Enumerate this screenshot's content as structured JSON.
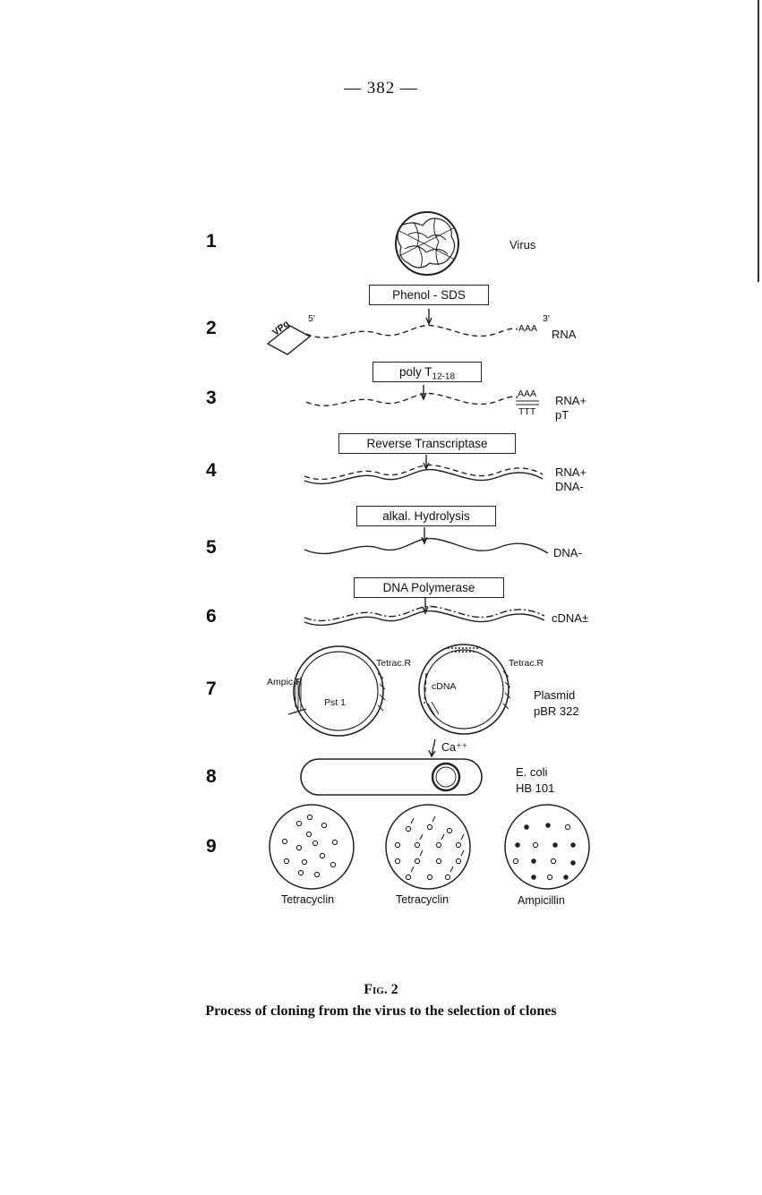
{
  "page": {
    "number": "— 382 —"
  },
  "steps": [
    "1",
    "2",
    "3",
    "4",
    "5",
    "6",
    "7",
    "8",
    "9"
  ],
  "boxes": {
    "phenol": "Phenol - SDS",
    "poly_main": "poly T",
    "poly_sub": "12-18",
    "reverse": "Reverse Transcriptase",
    "alkal": "alkal. Hydrolysis",
    "polymerase": "DNA Polymerase"
  },
  "labels": {
    "virus": "Virus",
    "vpg": "VPg",
    "five_prime": "5'",
    "three_prime": "3'",
    "aaa": "AAA",
    "ttt": "TTT",
    "rna": "RNA",
    "rna_plus": "RNA+",
    "pt": "pT",
    "dna_minus": "DNA-",
    "cdna_pm": "cDNA±",
    "ampic_r": "Ampic.R",
    "tetrac_r": "Tetrac.R",
    "pst1": "Pst 1",
    "cdna": "cDNA",
    "plasmid": "Plasmid",
    "pbr": "pBR 322",
    "ca": "Ca⁺⁺",
    "ecoli": "E. coli",
    "hb101": "HB 101"
  },
  "plates": [
    "Tetracyclin",
    "Tetracyclin",
    "Ampicillin"
  ],
  "caption": {
    "title": "Fig. 2",
    "text": "Process of cloning from the virus to the selection of clones"
  }
}
